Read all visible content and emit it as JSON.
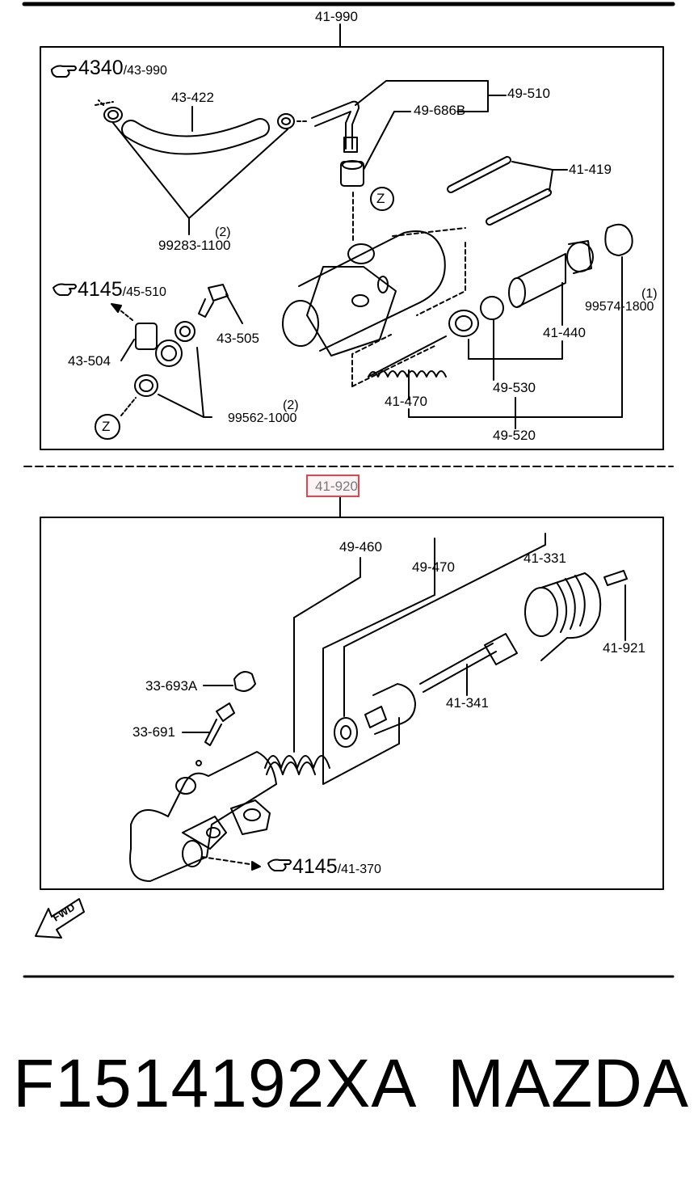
{
  "top_assembly": {
    "part_no": "41-990",
    "labels": {
      "ref_4340": "4340",
      "ref_4340_sub": "/43-990",
      "p43422": "43-422",
      "p49510": "49-510",
      "p49686b": "49-686B",
      "p41419": "41-419",
      "z_top": "Z",
      "p99283": "99283-1100",
      "p99283_qty": "(2)",
      "ref_4145": "4145",
      "ref_4145_sub": "/45-510",
      "p43505": "43-505",
      "p43504": "43-504",
      "p99574": "99574-1800",
      "p99574_qty": "(1)",
      "p41440": "41-440",
      "p41470": "41-470",
      "p49530": "49-530",
      "p99562": "99562-1000",
      "p99562_qty": "(2)",
      "z_bottom": "Z",
      "p49520": "49-520"
    }
  },
  "bottom_assembly": {
    "part_no": "41-920",
    "labels": {
      "p49460": "49-460",
      "p49470": "49-470",
      "p41331": "41-331",
      "p41921": "41-921",
      "p33693a": "33-693A",
      "p33691": "33-691",
      "p41341": "41-341",
      "ref_4145": "4145",
      "ref_4145_sub": "/41-370"
    }
  },
  "fwd_label": "FWD",
  "footer": {
    "part_number": "F1514192XA",
    "brand": "MAZDA"
  },
  "colors": {
    "line": "#000000",
    "highlight": "#e4444d",
    "background": "#ffffff"
  }
}
